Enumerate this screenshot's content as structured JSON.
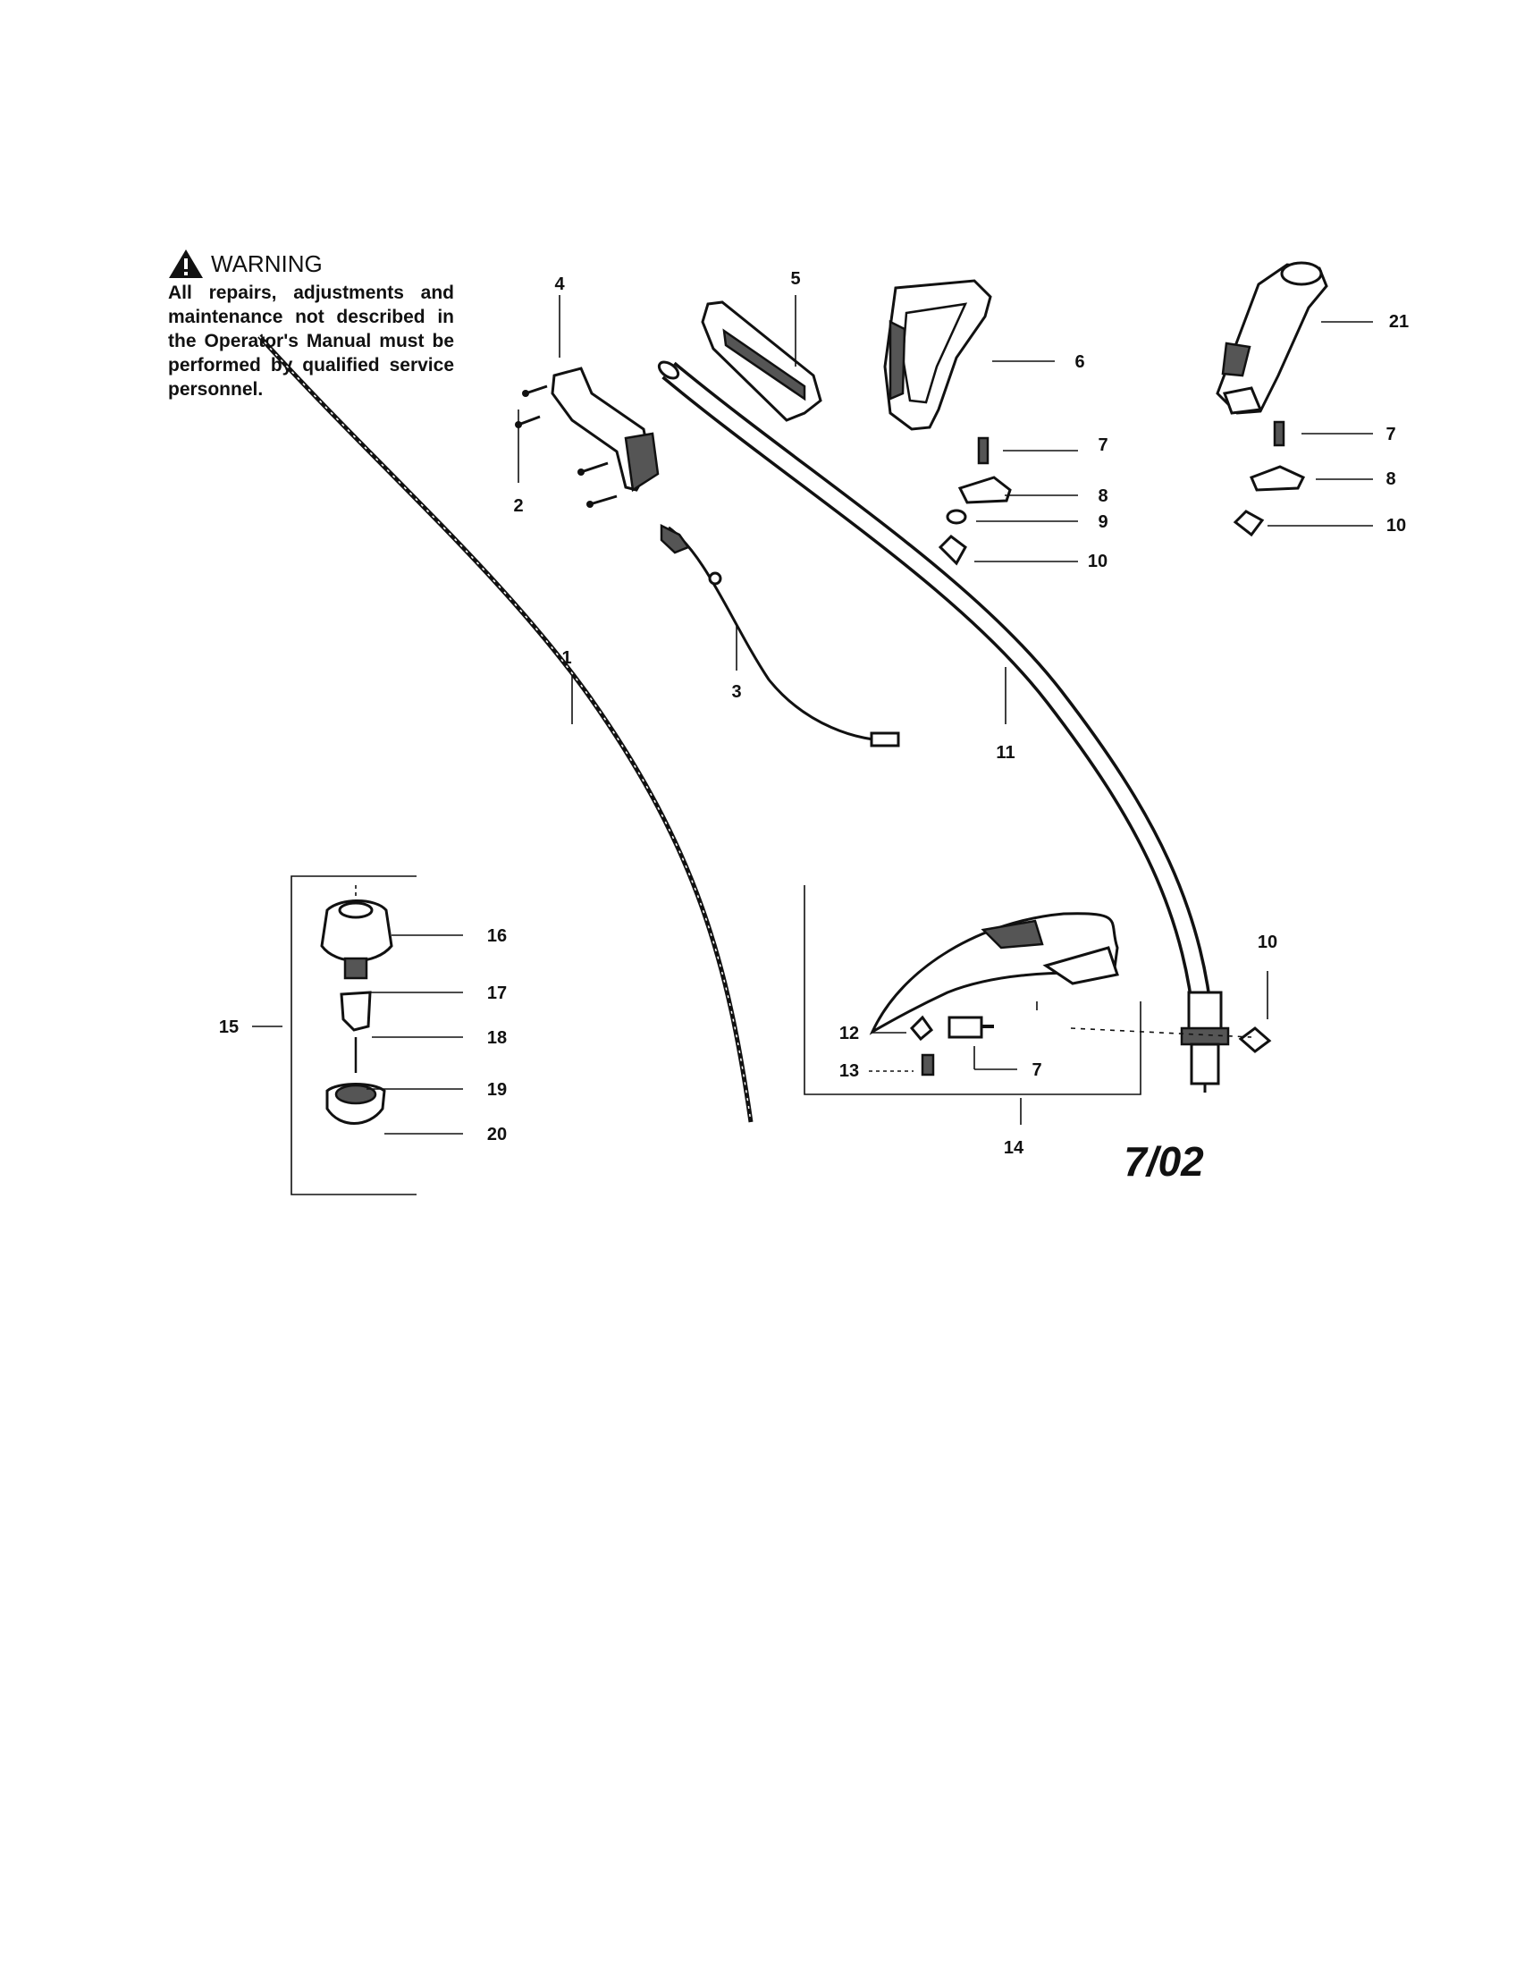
{
  "warning": {
    "title": "WARNING",
    "text": "All repairs, adjustments and maintenance not described in the Operator's Manual must be performed by qualified service personnel."
  },
  "callouts": {
    "c1": "1",
    "c2": "2",
    "c3": "3",
    "c4": "4",
    "c5": "5",
    "c6": "6",
    "c7a": "7",
    "c7b": "7",
    "c7c": "7",
    "c8a": "8",
    "c8b": "8",
    "c9": "9",
    "c10a": "10",
    "c10b": "10",
    "c10c": "10",
    "c11": "11",
    "c12": "12",
    "c13": "13",
    "c14": "14",
    "c15": "15",
    "c16": "16",
    "c17": "17",
    "c18": "18",
    "c19": "19",
    "c20": "20",
    "c21": "21"
  },
  "date_code": "7/02"
}
